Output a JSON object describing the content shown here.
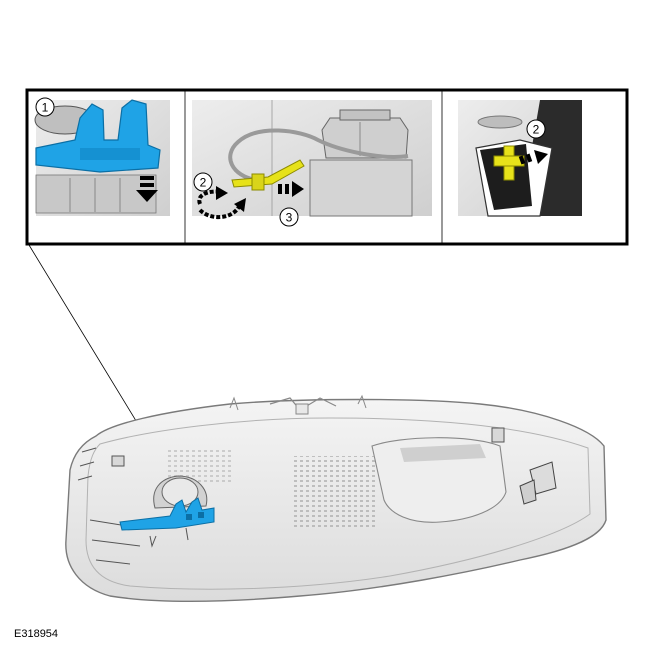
{
  "figure": {
    "id": "E318954"
  },
  "callouts": {
    "panel1": "1",
    "panel2_a": "2",
    "panel2_b": "3",
    "panel3": "2"
  },
  "colors": {
    "highlight_blue": "#1fa3e6",
    "highlight_yellow": "#e7e21a",
    "part_gray": "#d9d9d9",
    "frame": "#000000"
  },
  "icons": {
    "arrow_down": "push-down-arrow-icon",
    "arrow_rotate": "rotate-arrow-icon",
    "arrow_right": "slide-right-arrow-icon"
  }
}
